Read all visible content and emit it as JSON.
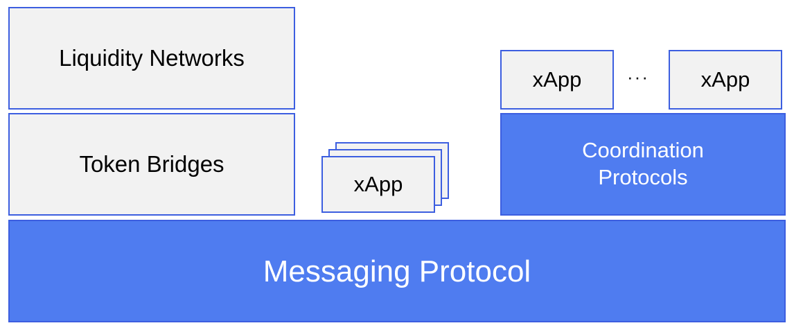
{
  "stack_left": {
    "top_label": "Liquidity Networks",
    "middle_label": "Token Bridges"
  },
  "middle": {
    "xapp_label": "xApp"
  },
  "stack_right": {
    "xapp_left_label": "xApp",
    "ellipsis": "···",
    "xapp_right_label": "xApp",
    "coordination_label": "Coordination\nProtocols"
  },
  "base": {
    "label": "Messaging Protocol"
  },
  "colors": {
    "accent_blue": "#4f7cf0",
    "border_blue": "#3c5ee0",
    "light_fill": "#f2f2f2"
  }
}
